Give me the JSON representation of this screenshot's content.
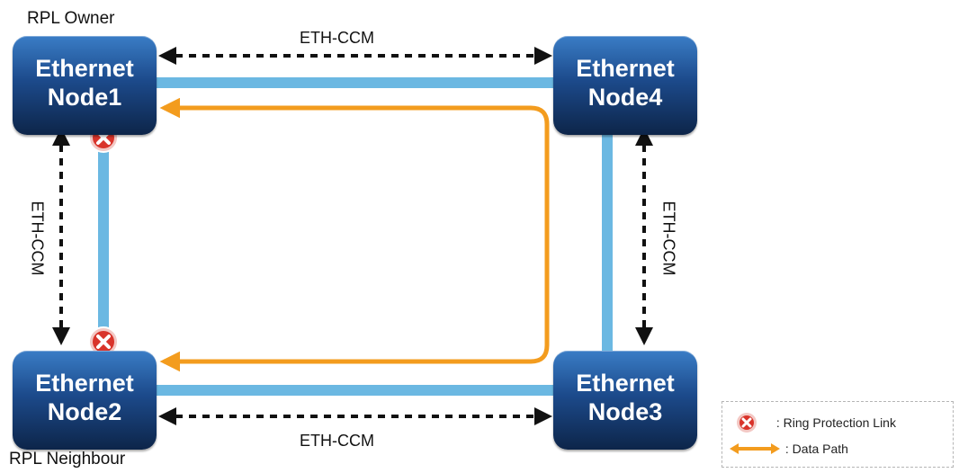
{
  "diagram": {
    "owner_label": "RPL Owner",
    "neighbour_label": "RPL Neighbour",
    "nodes": [
      {
        "id": "node1",
        "line1": "Ethernet",
        "line2": "Node1"
      },
      {
        "id": "node4",
        "line1": "Ethernet",
        "line2": "Node4"
      },
      {
        "id": "node2",
        "line1": "Ethernet",
        "line2": "Node2"
      },
      {
        "id": "node3",
        "line1": "Ethernet",
        "line2": "Node3"
      }
    ],
    "eth_ccm_labels": {
      "top": "ETH-CCM",
      "bottom": "ETH-CCM",
      "left": "ETH-CCM",
      "right": "ETH-CCM"
    },
    "colors": {
      "ring_link": "#6bb8e2",
      "data_path": "#f39c1e",
      "node_top": "#3a7dc6",
      "node_bottom": "#0d2549",
      "block_mark": "#d9342b"
    },
    "legend": {
      "ring_protection_link": ": Ring Protection Link",
      "data_path": ": Data Path"
    }
  }
}
